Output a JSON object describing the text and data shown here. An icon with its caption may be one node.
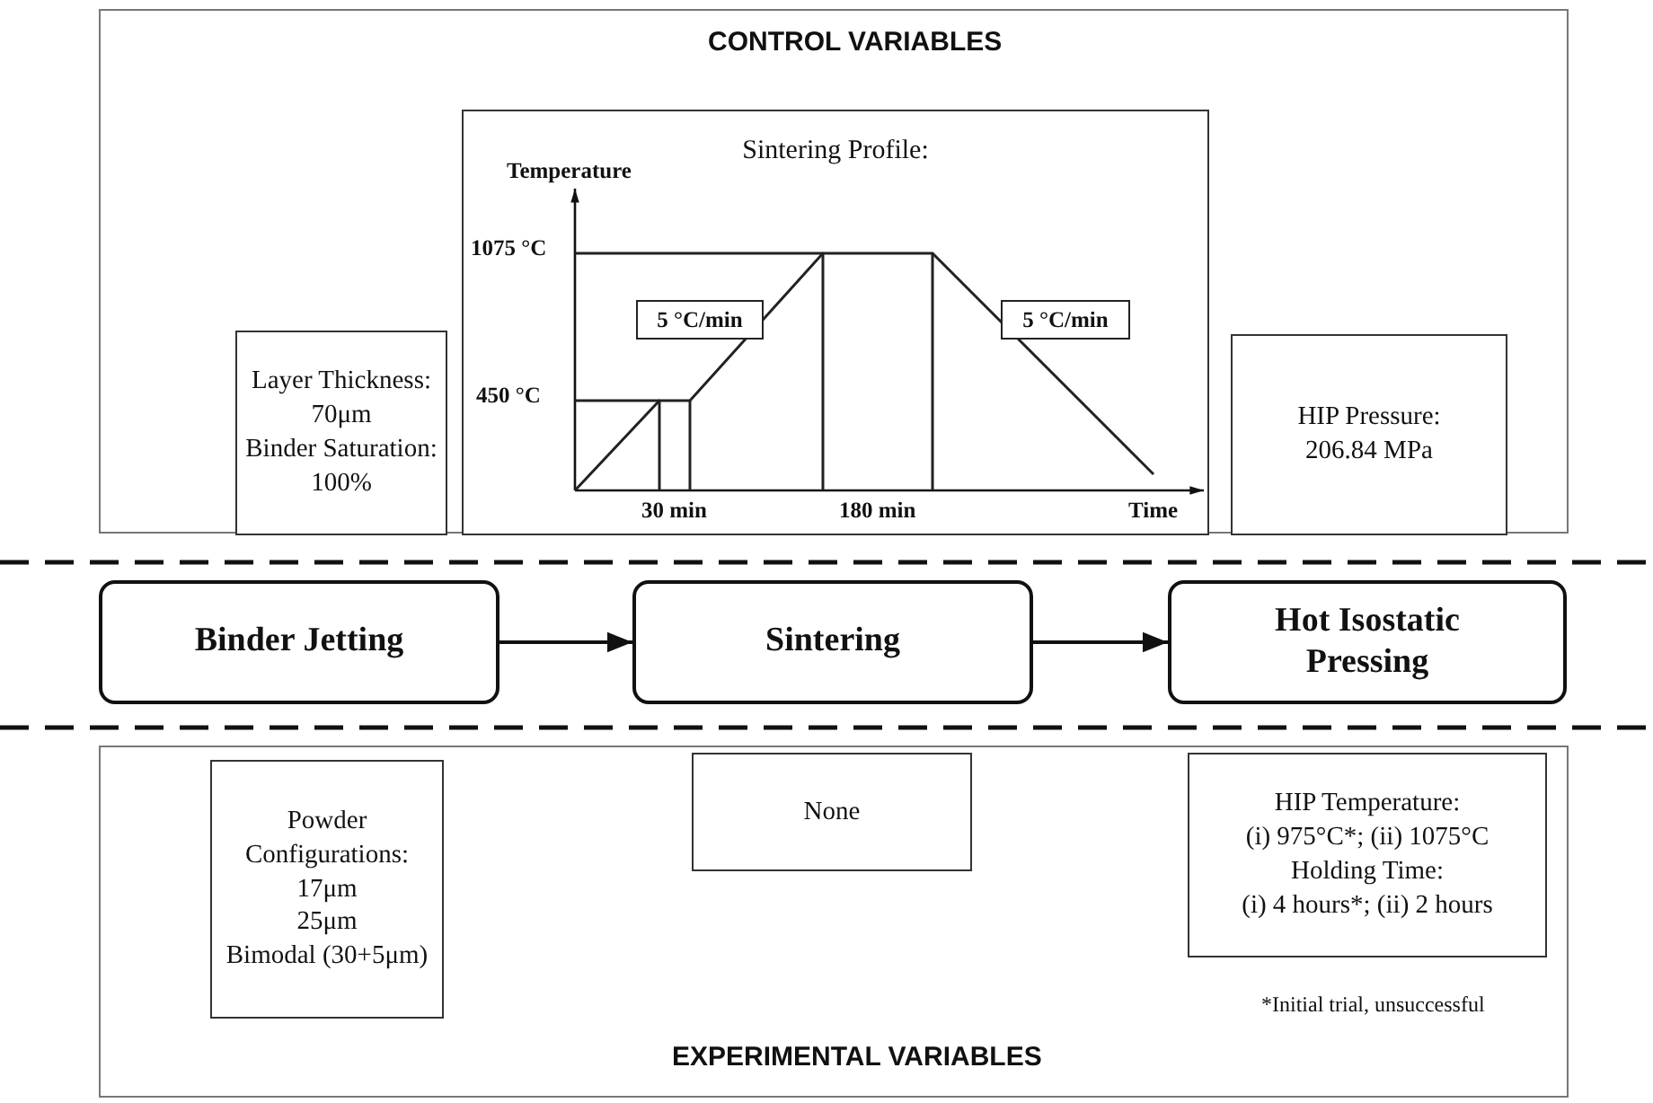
{
  "diagram": {
    "nodes": [
      {
        "text": [
          "CONTROL VARIABLES"
        ]
      },
      {
        "text": [
          "Layer Thickness:",
          "70μm",
          "Binder Saturation:",
          "100%"
        ],
        "in": 0
      },
      {
        "text": [
          "Sintering Profile:"
        ],
        "in": 0
      },
      {
        "text": [
          "5 °C/min"
        ],
        "in": 2
      },
      {
        "text": [
          "5 °C/min"
        ],
        "in": 2
      },
      {
        "text": [
          "HIP Pressure:",
          "206.84 MPa"
        ],
        "in": 0
      },
      {
        "text": [
          "Binder Jetting"
        ]
      },
      {
        "text": [
          "Sintering"
        ]
      },
      {
        "text": [
          "Hot Isostatic Pressing"
        ]
      },
      {
        "text": [
          "EXPERIMENTAL VARIABLES"
        ]
      },
      {
        "text": [
          "Powder Configurations:",
          "17μm",
          "25μm",
          "Bimodal (30+5μm)"
        ],
        "in": 9
      },
      {
        "text": [
          "None"
        ],
        "in": 9
      },
      {
        "text": [
          "HIP Temperature:",
          "(i) 975°C*; (ii) 1075°C",
          "Holding Time:",
          "(i) 4 hours*; (ii) 2 hours"
        ],
        "in": 9
      }
    ],
    "edges": [
      {
        "from": 6,
        "to": 7,
        "arrow": "to"
      },
      {
        "from": 7,
        "to": 8,
        "arrow": "to"
      }
    ],
    "labels": [
      "Temperature",
      "1075 °C",
      "450 °C",
      "30 min",
      "180 min",
      "Time",
      "*Initial trial, unsuccessful"
    ]
  }
}
